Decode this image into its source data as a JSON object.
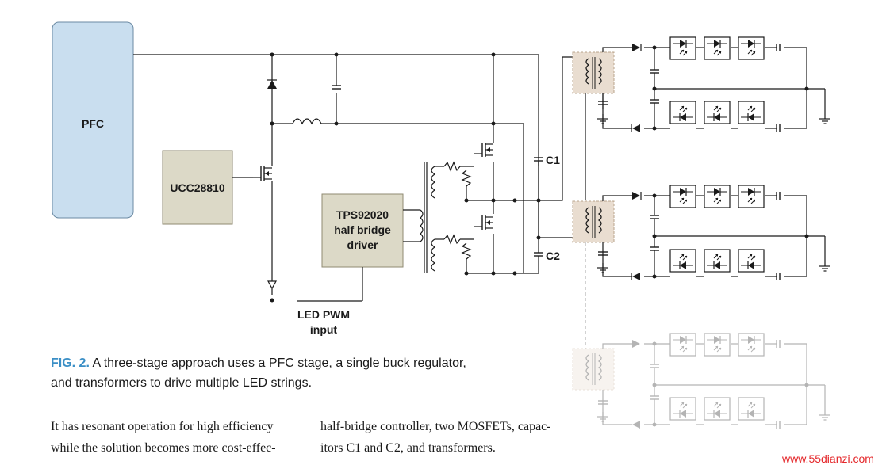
{
  "blocks": {
    "pfc": "PFC",
    "ucc": "UCC28810",
    "tps_line1": "TPS92020",
    "tps_line2": "half bridge",
    "tps_line3": "driver"
  },
  "labels": {
    "c1": "C1",
    "c2": "C2",
    "pwm_line1": "LED PWM",
    "pwm_line2": "input"
  },
  "caption": {
    "fig_number": "FIG. 2.",
    "line1": "A three-stage approach uses a PFC stage, a single buck regulator,",
    "line2": "and transformers to drive multiple LED strings."
  },
  "body_text": {
    "col1_line1": "It has resonant operation for high efficiency",
    "col1_line2": "while the solution becomes more cost-effec-",
    "col2_line1": "half-bridge controller, two MOSFETs, capac-",
    "col2_line2": "itors C1 and C2, and transformers."
  },
  "watermark": "www.55dianzi.com",
  "colors": {
    "pfc_fill": "#c9deef",
    "ic_fill": "#dcd9c7",
    "transformer_fill": "#e9ddd0",
    "caption_accent": "#3b8fc6",
    "watermark": "#e4272a"
  }
}
